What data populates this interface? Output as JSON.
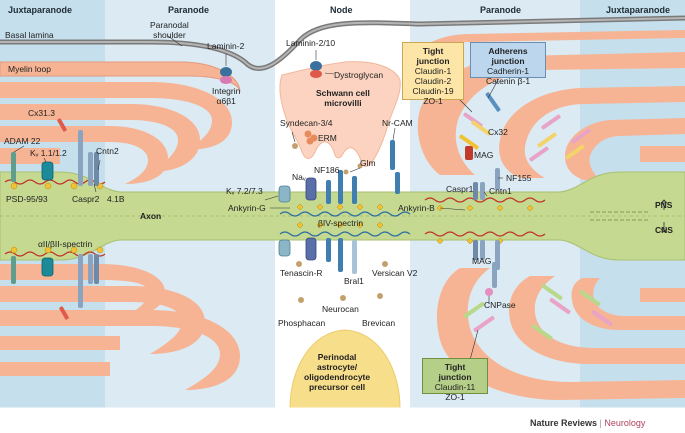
{
  "headers": {
    "juxta_left": "Juxtaparanode",
    "paranode_left": "Paranode",
    "node": "Node",
    "paranode_right": "Paranode",
    "juxta_right": "Juxtaparanode"
  },
  "labels": {
    "basal_lamina": "Basal lamina",
    "paranodal_shoulder": "Paranodal\nshoulder",
    "myelin_loop": "Myelin loop",
    "laminin2": "Laminin-2",
    "integrin": "Integrin\nα6β1",
    "laminin210": "Laminin-2/10",
    "dystroglycan": "Dystroglycan",
    "schwann": "Schwann cell\nmicrovilli",
    "cx313": "Cx31.3",
    "adam22": "ADAM 22",
    "kv11": "Kᵥ 1.1/1.2",
    "cntn2": "Cntn2",
    "psd": "PSD-95/93",
    "caspr2": "Caspr2",
    "p41b": "4.1B",
    "axon": "Axon",
    "spectrin_left": "αII/βII-spectrin",
    "syndecan": "Syndecan-3/4",
    "erm": "ERM",
    "nrcam": "Nr-CAM",
    "nf186": "NF186",
    "glm": "Glm",
    "nav": "Naᵥ",
    "kv72": "Kᵥ 7.2/7.3",
    "ankyrin_g": "Ankyrin-G",
    "betaiv": "βIV-spectrin",
    "tenascin": "Tenascin-R",
    "bral1": "Bral1",
    "versican": "Versican V2",
    "neurocan": "Neurocan",
    "phosphacan": "Phosphacan",
    "brevican": "Brevican",
    "perinodal": "Perinodal\nastrocyte/\noligodendrocyte\nprecursor cell",
    "cx32": "Cx32",
    "mag_top": "MAG",
    "nf155": "NF155",
    "caspr1": "Caspr1",
    "cntn1": "Cntn1",
    "ankyrin_b": "Ankyrin-B",
    "mag_bottom": "MAG",
    "cnpase": "CNPase",
    "pns": "PNS",
    "cns": "CNS"
  },
  "boxes": {
    "tight_top": {
      "title": "Tight junction",
      "items": [
        "Claudin-1",
        "Claudin-2",
        "Claudin-19",
        "ZO-1"
      ]
    },
    "adherens": {
      "title": "Adherens junction",
      "items": [
        "Cadherin-1",
        "Catenin β-1"
      ]
    },
    "tight_bottom": {
      "title": "Tight junction",
      "items": [
        "Claudin-11",
        "ZO-1"
      ]
    }
  },
  "footer": {
    "publisher": "Nature Reviews",
    "separator": " | ",
    "journal": "Neurology"
  },
  "colors": {
    "zone_light": "#d6e7f1",
    "zone_blue": "#a9cde2",
    "axon": "#c5d991",
    "myelin": "#f6b494",
    "footer_journal": "#b0415e"
  }
}
